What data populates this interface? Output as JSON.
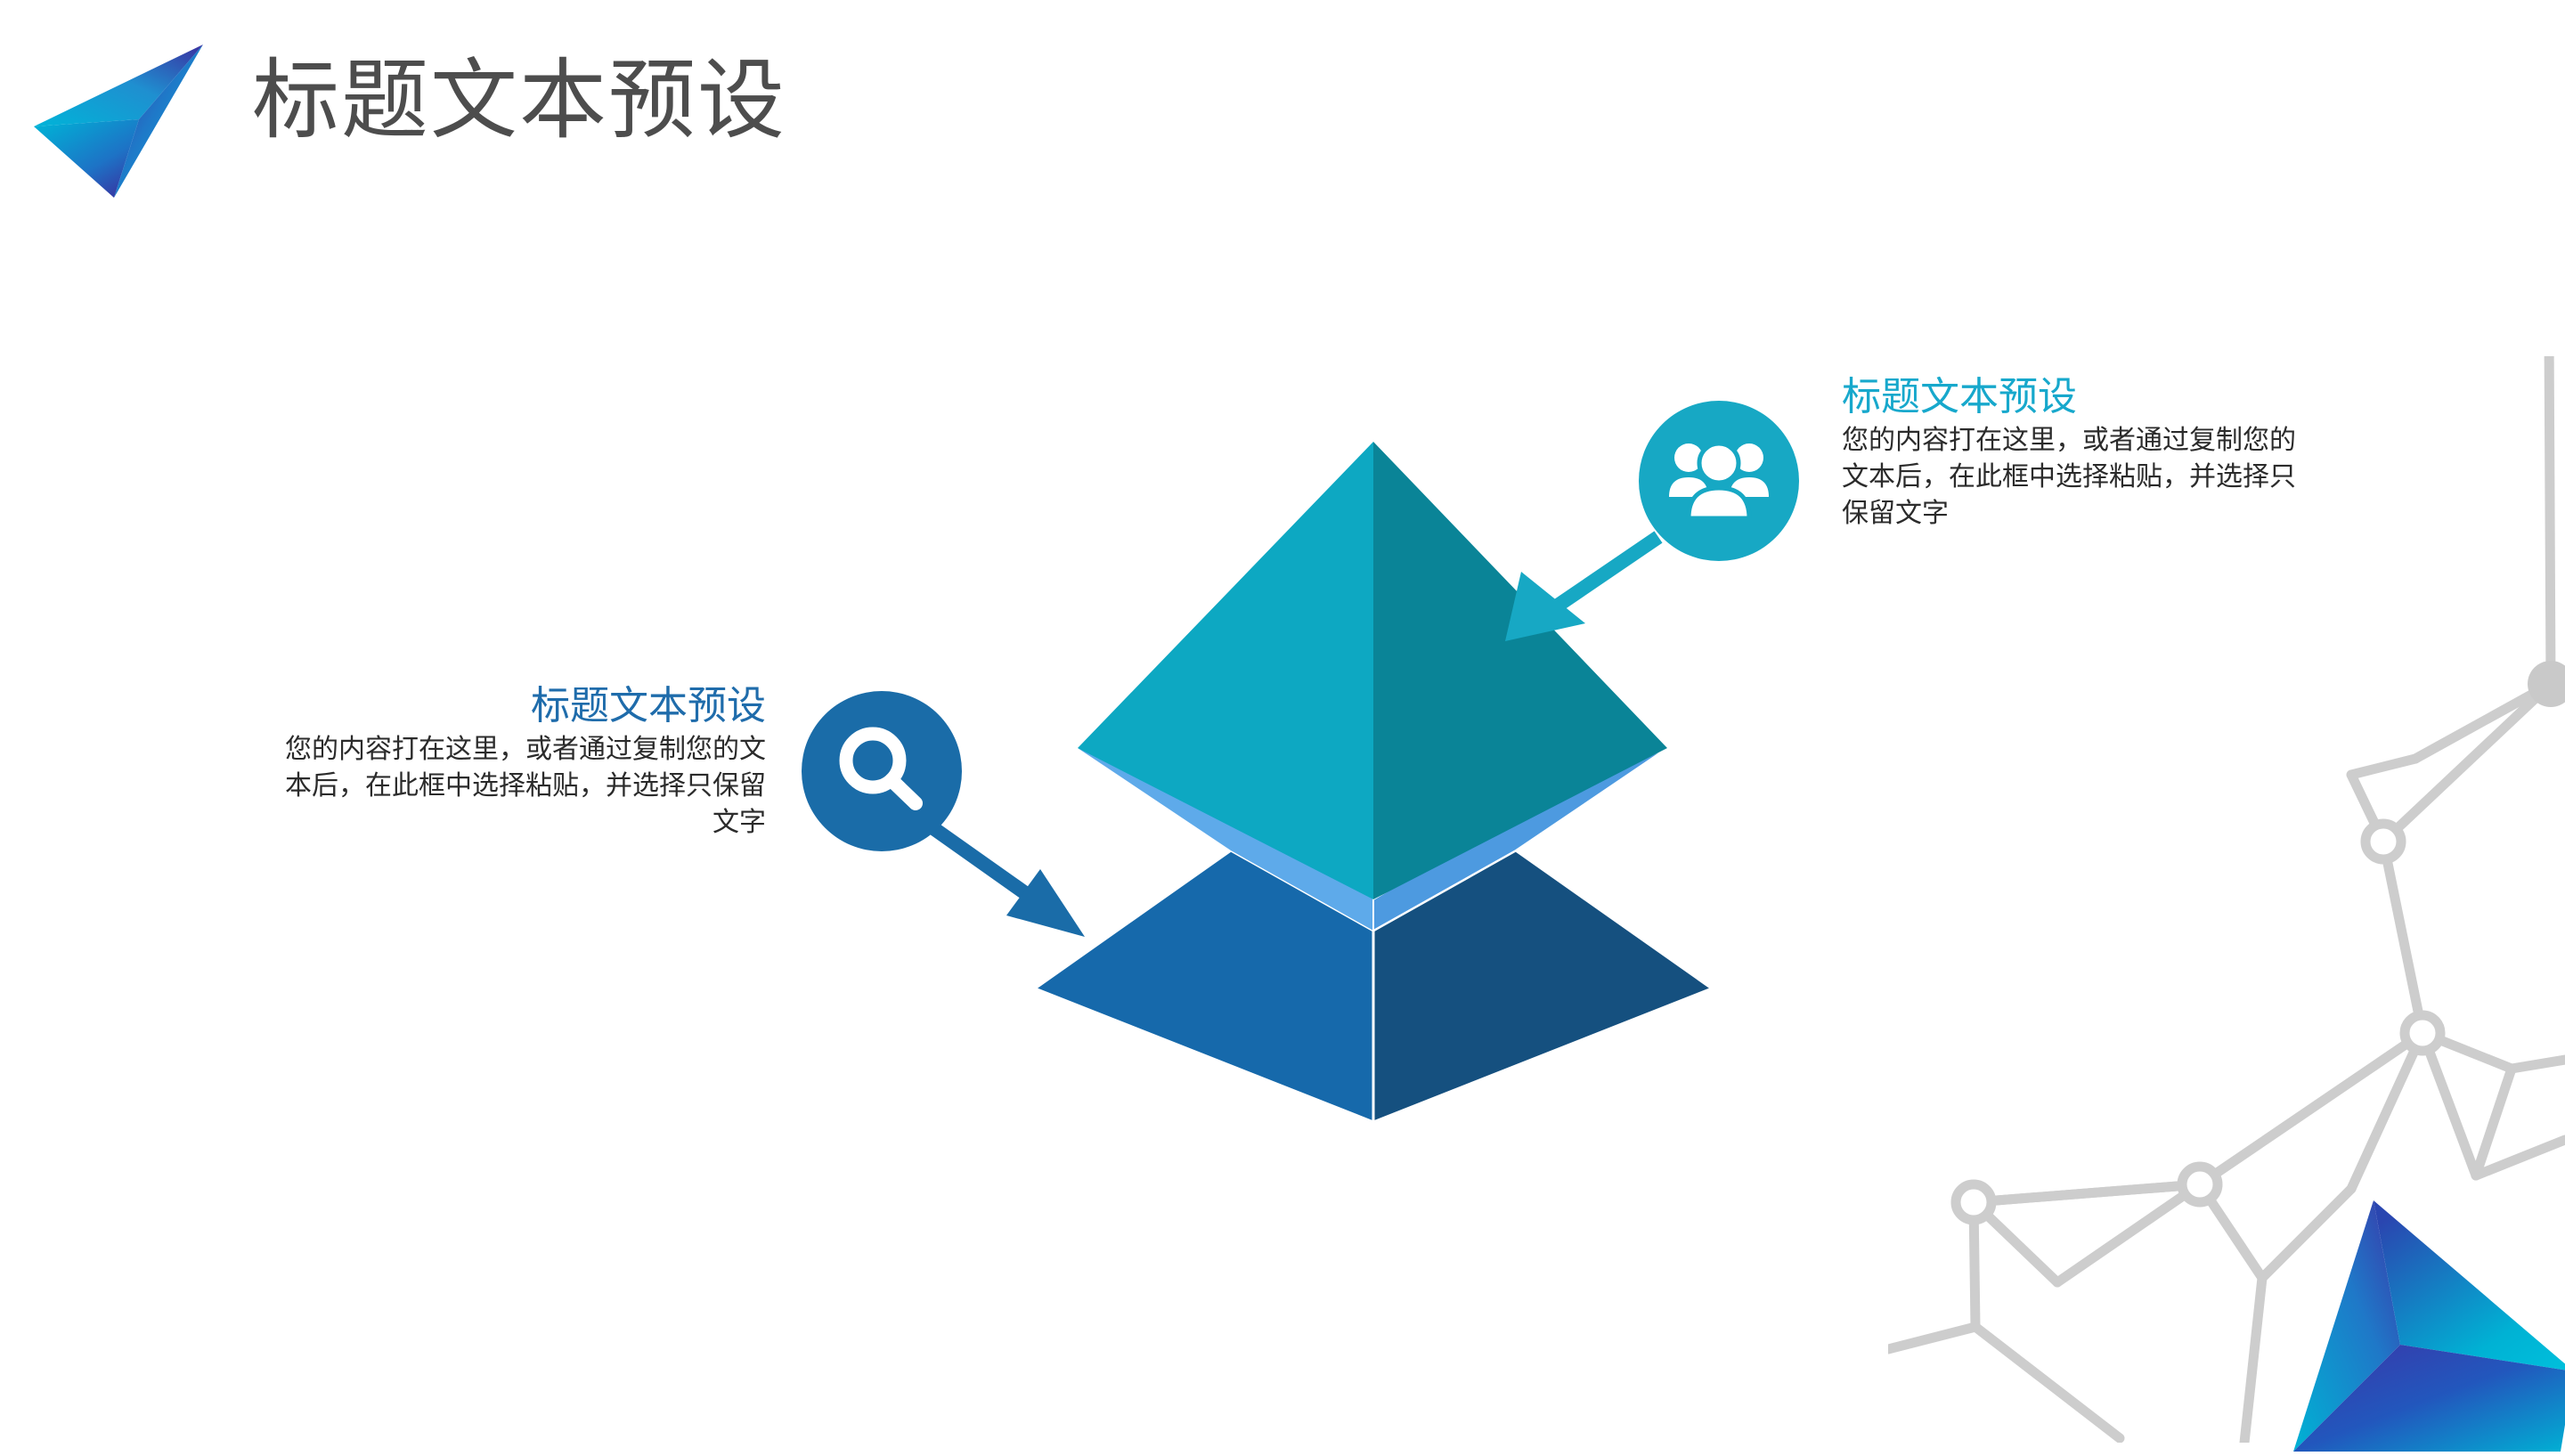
{
  "header": {
    "title": "标题文本预设",
    "logo_icon": "tetrahedron-logo",
    "title_color": "#4d4d4d"
  },
  "callouts": [
    {
      "id": "left",
      "icon": "search-icon",
      "icon_badge_color": "#1a6ca8",
      "title": "标题文本预设",
      "title_color": "#1f6cab",
      "body": "您的内容打在这里，或者通过复制您的文本后，在此框中选择粘贴，并选择只保留文字",
      "align": "right"
    },
    {
      "id": "right",
      "icon": "people-group-icon",
      "icon_badge_color": "#17a8c4",
      "title": "标题文本预设",
      "title_color": "#17a8cc",
      "body": "您的内容打在这里，或者通过复制您的文本后，在此框中选择粘贴，并选择只保留文字",
      "align": "left"
    }
  ],
  "diagram": {
    "name": "three-layer-3d-pyramid",
    "layers": [
      {
        "name": "apex-cone",
        "left_face_color": "#0da8c2",
        "right_face_color": "#0a8497"
      },
      {
        "name": "middle-band",
        "left_face_color": "#5eaaea",
        "right_face_color": "#4d9ae0"
      },
      {
        "name": "base-frustum",
        "left_face_color": "#1669ab",
        "right_face_color": "#15507f"
      }
    ]
  },
  "decor": {
    "network_color": "#cdcdcd",
    "tetra_icon": "tetrahedron-accent",
    "tetra_colors": [
      "#00b2d4",
      "#3b35a8",
      "#1f78c8"
    ]
  }
}
